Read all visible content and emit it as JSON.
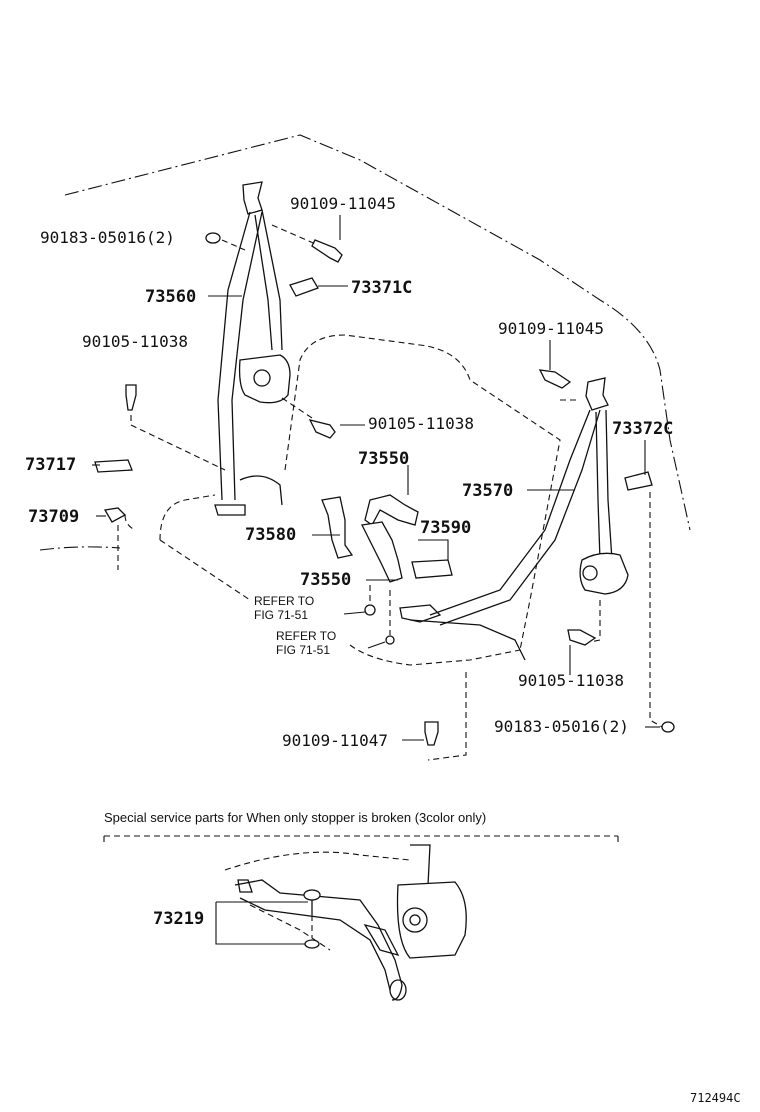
{
  "parts": {
    "p_90109_11045_a": "90109-11045",
    "p_90183_05016_a": "90183-05016(2)",
    "p_73560": "73560",
    "p_73371C": "73371C",
    "p_90105_11038_a": "90105-11038",
    "p_90109_11045_b": "90109-11045",
    "p_90105_11038_b": "90105-11038",
    "p_73372C": "73372C",
    "p_73717": "73717",
    "p_73550_a": "73550",
    "p_73570": "73570",
    "p_73709": "73709",
    "p_73580": "73580",
    "p_73590": "73590",
    "p_73550_b": "73550",
    "p_90105_11038_c": "90105-11038",
    "p_90183_05016_b": "90183-05016(2)",
    "p_90109_11047": "90109-11047",
    "p_73219": "73219"
  },
  "refs": {
    "refer_a_line1": "REFER TO",
    "refer_a_line2": "FIG 71-51",
    "refer_b_line1": "REFER TO",
    "refer_b_line2": "FIG 71-51"
  },
  "special_note": "Special service parts for When only stopper is broken (3color only)",
  "diagram_id": "712494C"
}
